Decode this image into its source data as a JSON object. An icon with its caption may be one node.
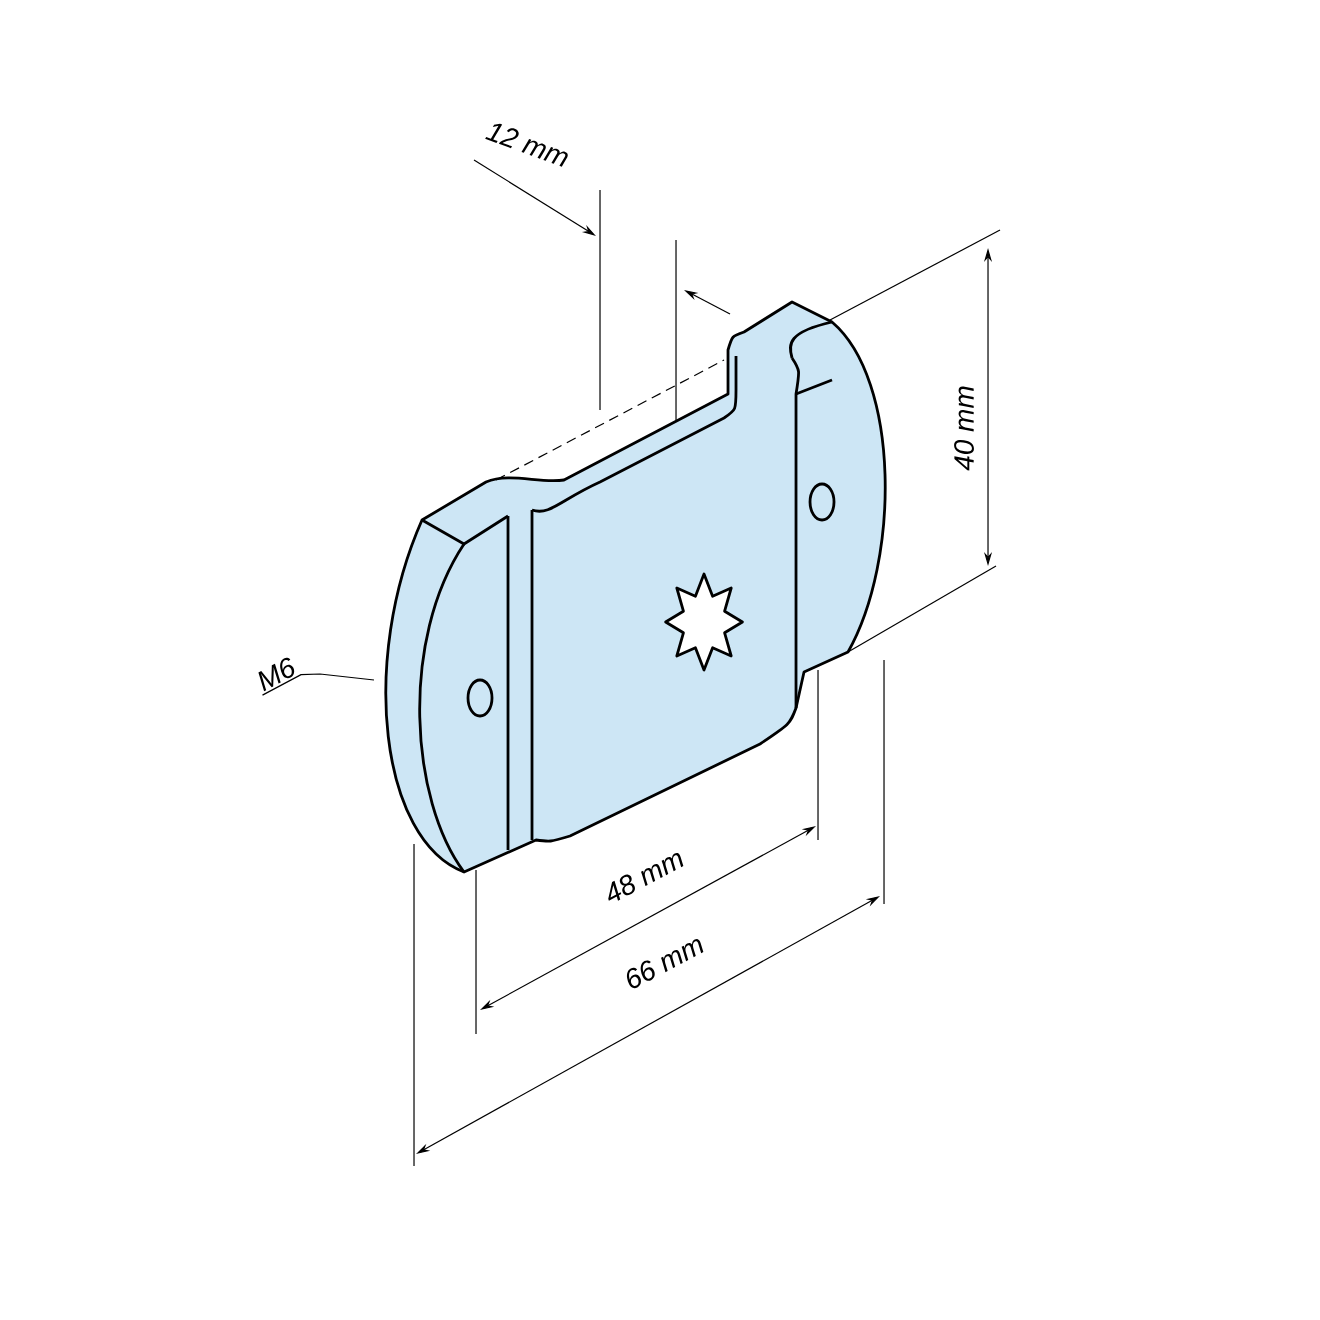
{
  "diagram": {
    "nodes": [
      {
        "text": [
          "M6"
        ]
      },
      {
        "text": [],
        "shape": "picture"
      }
    ],
    "edges": [
      {
        "from": 0,
        "to": 1,
        "arrow": "none"
      }
    ],
    "labels": [
      "12 mm",
      "40 mm",
      "48 mm",
      "66 mm"
    ]
  }
}
